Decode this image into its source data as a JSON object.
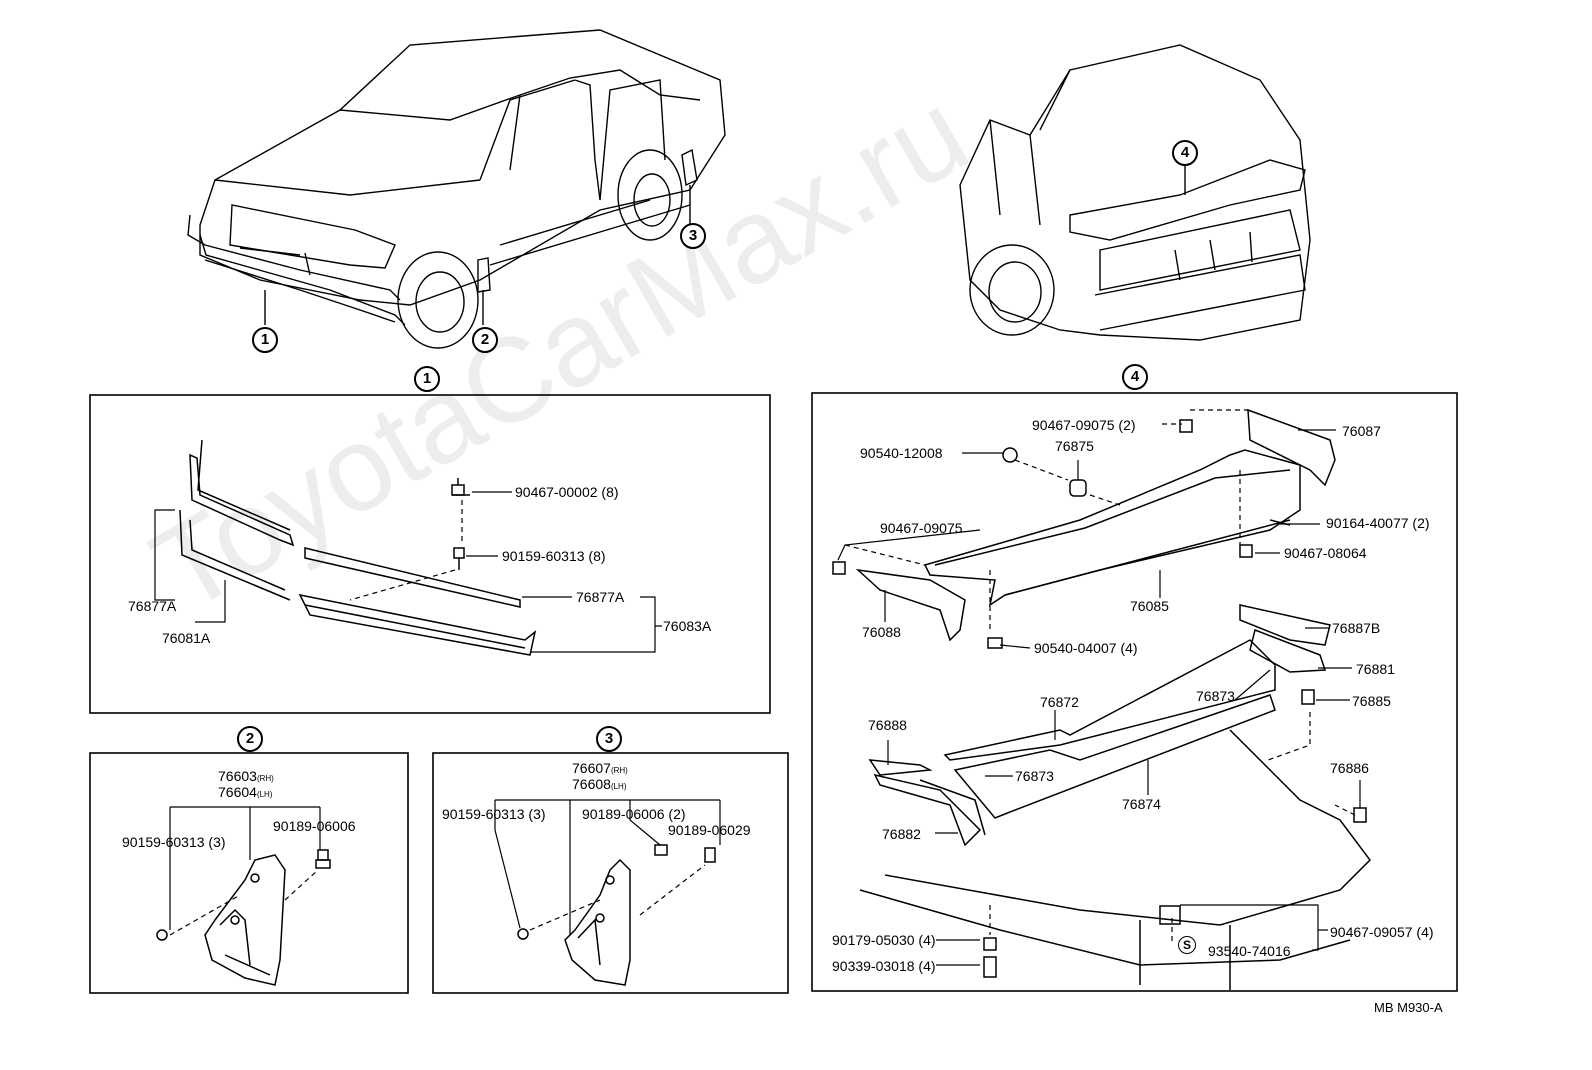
{
  "watermark": "ToyotaCarMax.ru",
  "callouts": {
    "c1": "1",
    "c2": "2",
    "c3": "3",
    "c4": "4",
    "p1": "1",
    "p2": "2",
    "p3": "3",
    "p4": "4",
    "s": "S"
  },
  "panel1": {
    "l1": "90467-00002 (8)",
    "l2": "90159-60313 (8)",
    "l3": "76877A",
    "l4": "76083A",
    "l5": "76877A",
    "l6": "76081A"
  },
  "panel2": {
    "top1": "76603",
    "top1_side": "(RH)",
    "top2": "76604",
    "top2_side": "(LH)",
    "l1": "90159-60313 (3)",
    "l2": "90189-06006"
  },
  "panel3": {
    "top1": "76607",
    "top1_side": "(RH)",
    "top2": "76608",
    "top2_side": "(LH)",
    "l1": "90159-60313 (3)",
    "l2": "90189-06006 (2)",
    "l3": "90189-06029"
  },
  "panel4": {
    "l1": "90467-09075 (2)",
    "l2": "76087",
    "l3": "90540-12008",
    "l4": "76875",
    "l5": "90467-09075",
    "l6": "90164-40077 (2)",
    "l7": "90467-08064",
    "l8": "76085",
    "l9": "76088",
    "l10": "90540-04007 (4)",
    "l11": "76887B",
    "l12": "76881",
    "l13": "76872",
    "l14": "76873",
    "l15": "76885",
    "l16": "76888",
    "l17": "76873",
    "l18": "76874",
    "l19": "76886",
    "l20": "76882",
    "l21": "90179-05030 (4)",
    "l22": "90339-03018 (4)",
    "l23": "90467-09057 (4)",
    "l24": "93540-74016"
  },
  "diagram_code": "MB M930-A"
}
